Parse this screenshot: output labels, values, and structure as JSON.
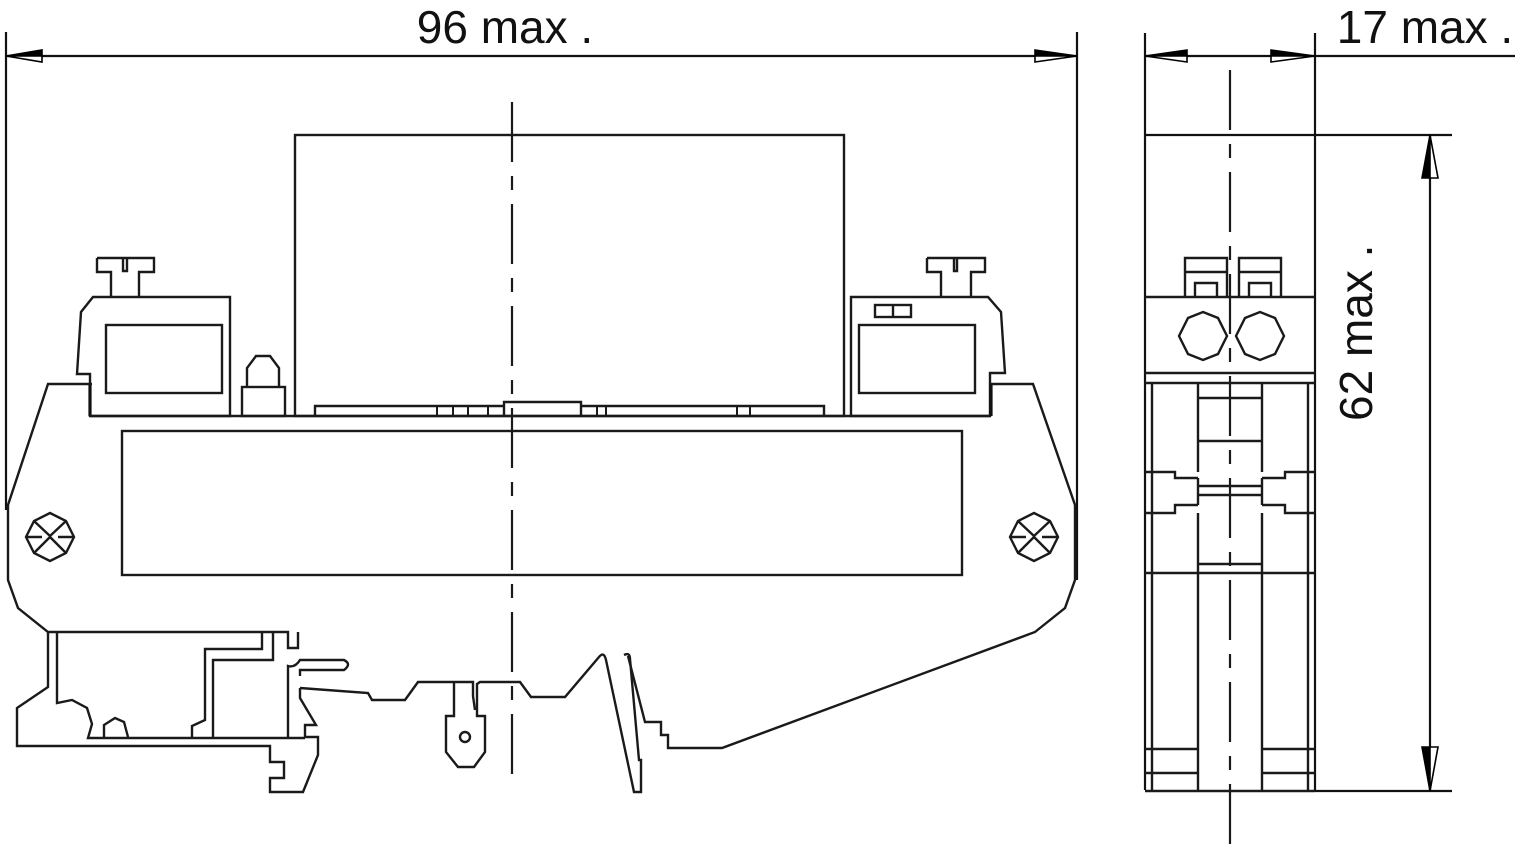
{
  "drawing": {
    "type": "technical-dimension-drawing",
    "subject": "DIN-rail mounted module housing",
    "views": [
      "front-view",
      "side-view"
    ],
    "line_color": "#1a1a1a",
    "background": "#ffffff"
  },
  "dimensions": {
    "width": {
      "label": "96 max .",
      "value": 96,
      "qualifier": "max"
    },
    "depth": {
      "label": "17 max .",
      "value": 17,
      "qualifier": "max"
    },
    "height": {
      "label": "62 max .",
      "value": 62,
      "qualifier": "max"
    }
  }
}
